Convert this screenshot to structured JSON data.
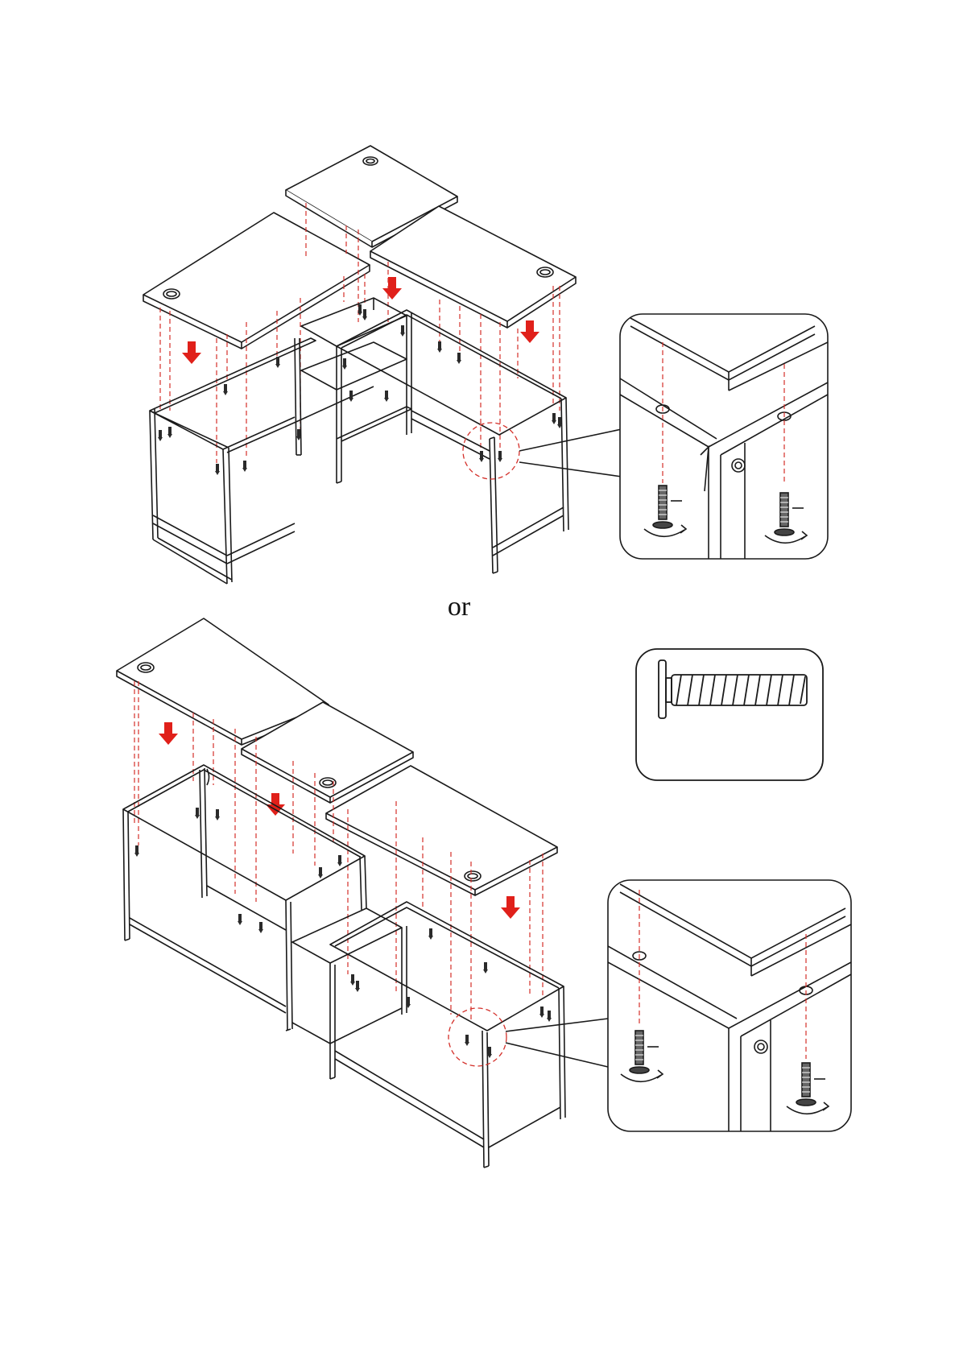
{
  "page": {
    "separator_text": "or"
  },
  "colors": {
    "line": "#1a1a1a",
    "guide": "#d4302a",
    "arrow": "#e0201a",
    "panel_fill": "#ffffff",
    "screw": "#2a2a2a"
  },
  "assembly_options": [
    {
      "name": "option-l-shape",
      "tops": 3,
      "frames": 2,
      "detail_callout": true
    },
    {
      "name": "option-straight",
      "tops": 3,
      "frames": 2,
      "detail_callout": true
    }
  ],
  "hardware": {
    "part_icon": "screw-bolt-icon",
    "action_icon": "rotate-clockwise-icon"
  }
}
